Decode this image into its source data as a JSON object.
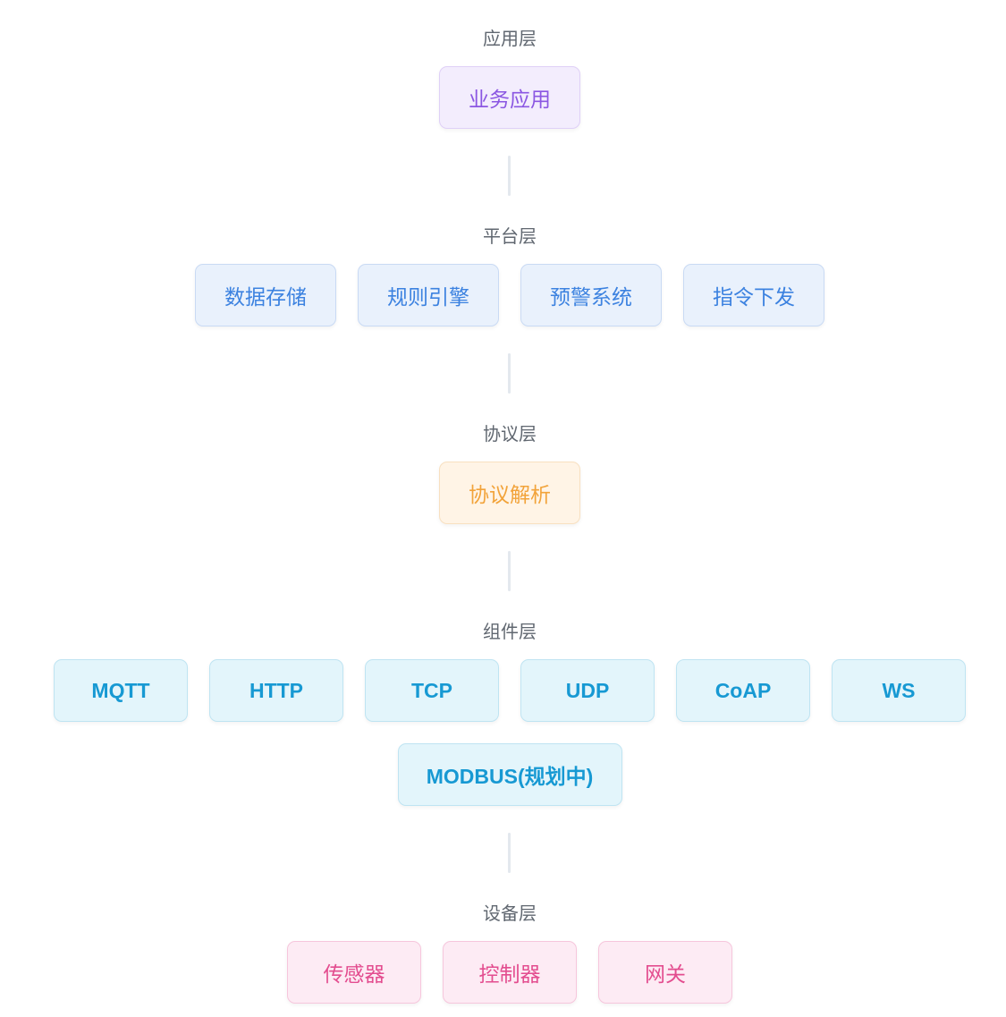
{
  "layers": [
    {
      "title": "应用层",
      "nodes": [
        "业务应用"
      ]
    },
    {
      "title": "平台层",
      "nodes": [
        "数据存储",
        "规则引擎",
        "预警系统",
        "指令下发"
      ]
    },
    {
      "title": "协议层",
      "nodes": [
        "协议解析"
      ]
    },
    {
      "title": "组件层",
      "nodes": [
        "MQTT",
        "HTTP",
        "TCP",
        "UDP",
        "CoAP",
        "WS"
      ],
      "extra_nodes": [
        "MODBUS(规划中)"
      ]
    },
    {
      "title": "设备层",
      "nodes": [
        "传感器",
        "控制器",
        "网关"
      ]
    }
  ],
  "colors": {
    "application": "#8b57e2",
    "platform": "#3c82e0",
    "protocol": "#f2a33a",
    "component": "#1799d3",
    "device": "#e34d8f",
    "connector": "#e3e8ee"
  }
}
